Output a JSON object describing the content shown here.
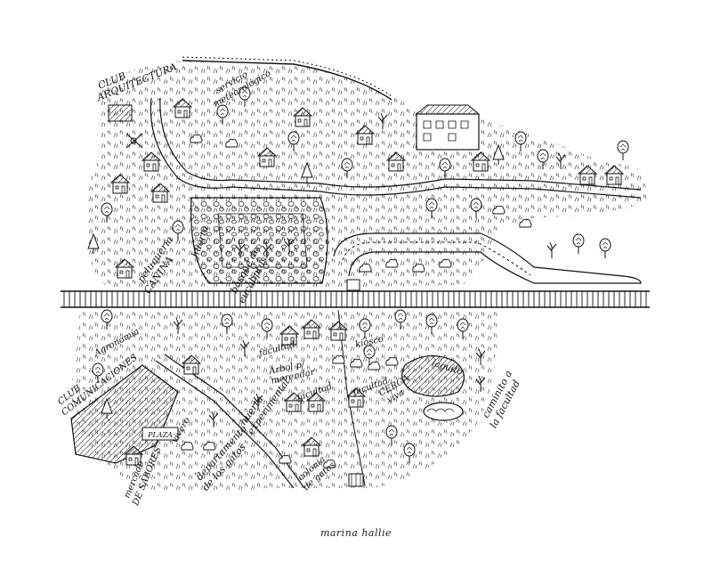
{
  "map": {
    "labels": {
      "club_arquitectura_1": "CLUB",
      "club_arquitectura_2": "ARQUITECTURA",
      "servicio_meteorologico_1": "servicio",
      "servicio_meteorologico_2": "meteorológico",
      "huerta_top": "huerta",
      "peluqueria_canina_1": "peluquería",
      "peluqueria_canina_2": "CANINA",
      "bosque_de_eucaliptus_1": "bosque de",
      "bosque_de_eucaliptus_2": "eucaliptus",
      "club_comunicaciones_1": "CLUB",
      "club_comunicaciones_2": "COMUNICACIONES",
      "agronomia": "Agronomía",
      "facultad_1": "facultad",
      "arbol_merendar_1": "Árbol p/",
      "arbol_merendar_2": "merendar",
      "kiosco": "kiosco",
      "laguito": "laguito",
      "huerta_experimental_1": "huerta",
      "huerta_experimental_2": "experimental",
      "facultad_2": "facultad",
      "facultad_3": "facultad",
      "cerca_viva_1": "CERCA",
      "cerca_viva_2": "viva",
      "camino_facultad_1": "caminito a",
      "camino_facultad_2": "la facultad",
      "mercado_sabores_1": "mercado",
      "mercado_sabores_2": "DE SABORES",
      "departamento_gatos_1": "departamento",
      "departamento_gatos_2": "de los gatos",
      "vivero": "vivero",
      "colonia_gatos_1": "colonia",
      "colonia_gatos_2": "de gatos",
      "plaza": "PLAZA"
    }
  },
  "signature": "marina hallie",
  "colors": {
    "ink": "#111111",
    "paper": "#ffffff"
  }
}
